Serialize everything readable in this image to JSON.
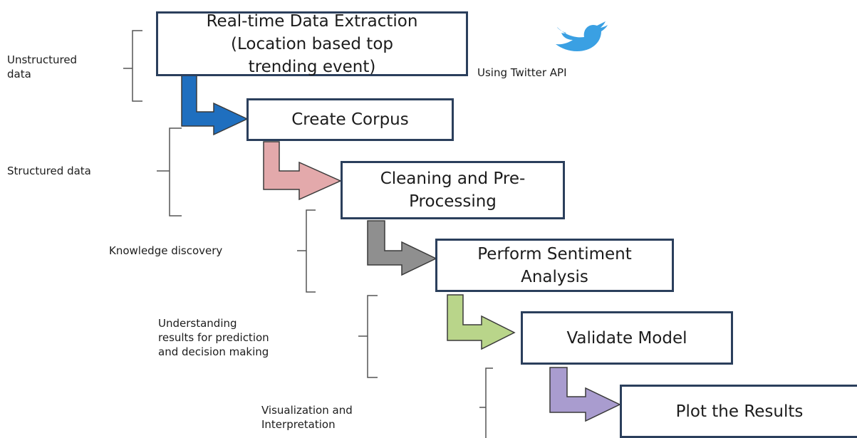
{
  "steps": [
    {
      "label": "Real-time Data Extraction\n(Location based top\ntrending event)"
    },
    {
      "label": "Create Corpus"
    },
    {
      "label": "Cleaning and Pre-\nProcessing"
    },
    {
      "label": "Perform Sentiment\nAnalysis"
    },
    {
      "label": "Validate Model"
    },
    {
      "label": "Plot the Results"
    }
  ],
  "phases": [
    {
      "label": "Unstructured\ndata"
    },
    {
      "label": "Structured data"
    },
    {
      "label": "Knowledge discovery"
    },
    {
      "label": "Understanding\nresults for prediction\nand decision making"
    },
    {
      "label": "Visualization and\nInterpretation"
    }
  ],
  "source": {
    "label": "Using Twitter API",
    "icon": "twitter-bird-icon"
  },
  "colors": {
    "box_border": "#2b3f5c",
    "arrows": [
      "#1f6fbf",
      "#e3a9ab",
      "#8f8f8f",
      "#b9d58a",
      "#a99ccf"
    ],
    "twitter": "#3aa0e3"
  }
}
